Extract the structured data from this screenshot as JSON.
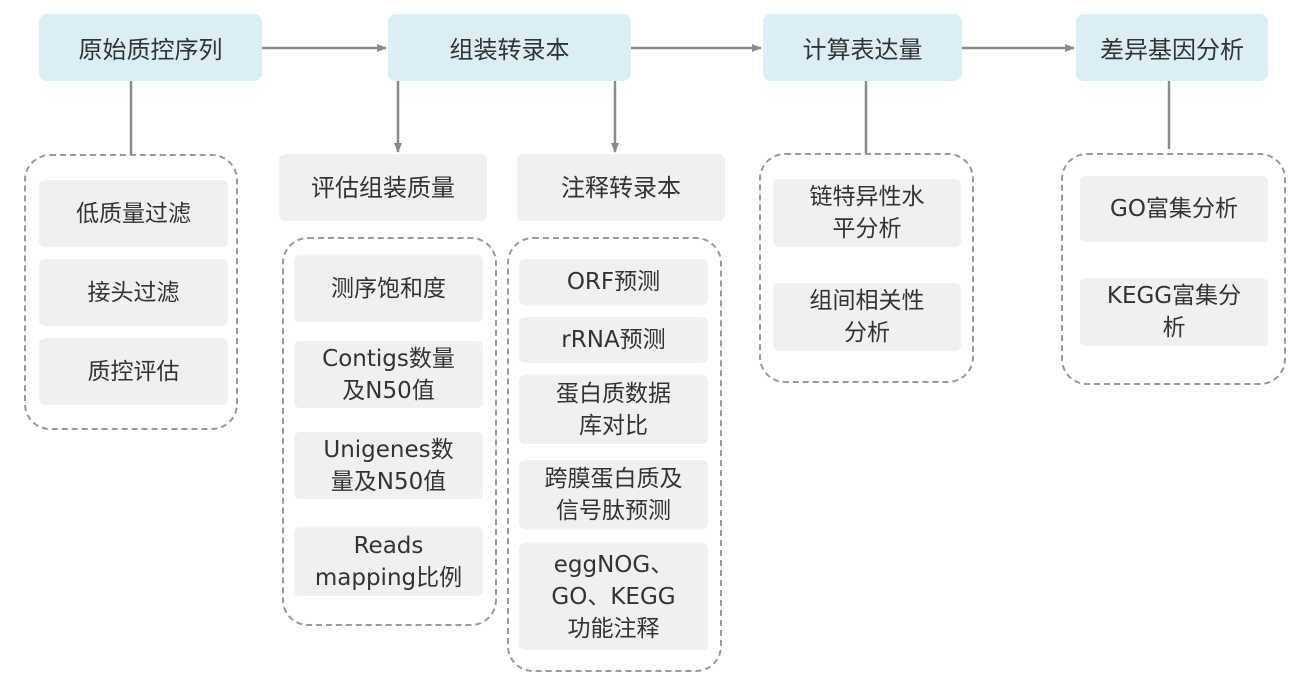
{
  "colors": {
    "stage_bg": "#dbeef5",
    "item_bg": "#f0f0f0",
    "line": "#8a8a8a",
    "dash": "#9a9a9a",
    "text": "#333333"
  },
  "stages": [
    {
      "label": "原始质控序列"
    },
    {
      "label": "组装转录本"
    },
    {
      "label": "计算表达量"
    },
    {
      "label": "差异基因分析"
    }
  ],
  "qc": {
    "items": [
      "低质量过滤",
      "接头过滤",
      "质控评估"
    ]
  },
  "assembly": {
    "eval": {
      "label": "评估组装质量",
      "items": [
        "测序饱和度",
        "Contigs数量\n及N50值",
        "Unigenes数\n量及N50值",
        "Reads\nmapping比例"
      ]
    },
    "annot": {
      "label": "注释转录本",
      "items": [
        "ORF预测",
        "rRNA预测",
        "蛋白质数据\n库对比",
        "跨膜蛋白质及\n信号肽预测",
        "eggNOG、\nGO、KEGG\n功能注释"
      ]
    }
  },
  "expression": {
    "items": [
      "链特异性水\n平分析",
      "组间相关性\n分析"
    ]
  },
  "deg": {
    "items": [
      "GO富集分析",
      "KEGG富集分\n析"
    ]
  }
}
